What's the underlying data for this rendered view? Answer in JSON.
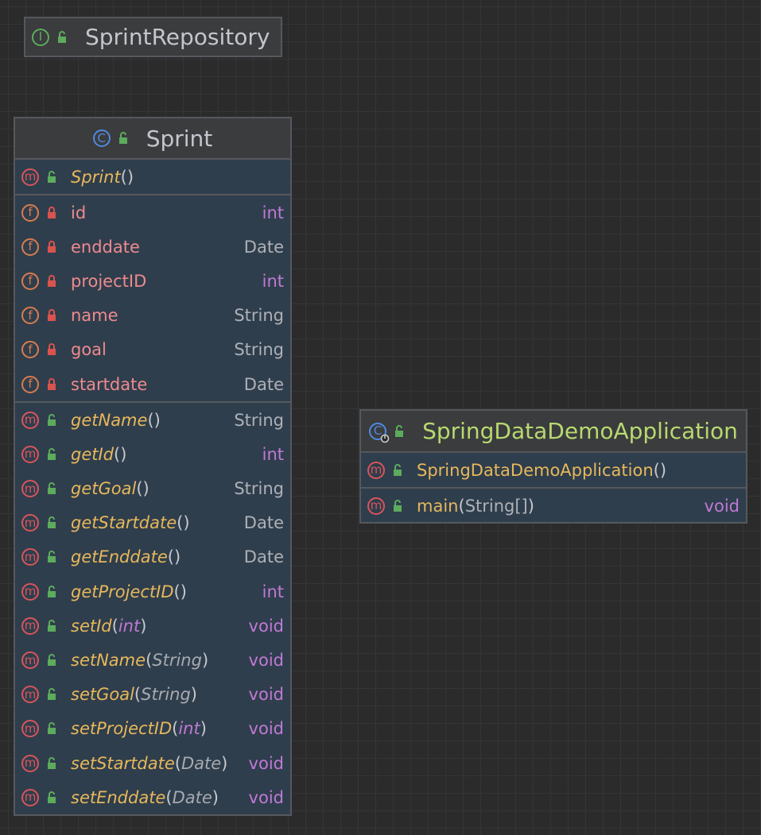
{
  "interface": {
    "name": "SprintRepository",
    "icon": "interface-icon",
    "visibility_icon": "public-lock-open-icon"
  },
  "sprint": {
    "name": "Sprint",
    "icon": "class-icon",
    "constructors": [
      {
        "name": "Sprint",
        "params": "",
        "open": "(",
        "close": ")"
      }
    ],
    "fields": [
      {
        "name": "id",
        "type": "int"
      },
      {
        "name": "enddate",
        "type": "Date"
      },
      {
        "name": "projectID",
        "type": "int"
      },
      {
        "name": "name",
        "type": "String"
      },
      {
        "name": "goal",
        "type": "String"
      },
      {
        "name": "startdate",
        "type": "Date"
      }
    ],
    "methods": [
      {
        "name": "getName",
        "open": "(",
        "param": "",
        "close": ")",
        "type": "String"
      },
      {
        "name": "getId",
        "open": "(",
        "param": "",
        "close": ")",
        "type": "int"
      },
      {
        "name": "getGoal",
        "open": "(",
        "param": "",
        "close": ")",
        "type": "String"
      },
      {
        "name": "getStartdate",
        "open": "(",
        "param": "",
        "close": ")",
        "type": "Date"
      },
      {
        "name": "getEnddate",
        "open": "(",
        "param": "",
        "close": ")",
        "type": "Date"
      },
      {
        "name": "getProjectID",
        "open": "(",
        "param": "",
        "close": ")",
        "type": "int"
      },
      {
        "name": "setId",
        "open": "(",
        "param": "int",
        "close": ")",
        "type": "void"
      },
      {
        "name": "setName",
        "open": "(",
        "param": "String",
        "close": ")",
        "type": "void"
      },
      {
        "name": "setGoal",
        "open": "(",
        "param": "String",
        "close": ")",
        "type": "void"
      },
      {
        "name": "setProjectID",
        "open": "(",
        "param": "int",
        "close": ")",
        "type": "void"
      },
      {
        "name": "setStartdate",
        "open": "(",
        "param": "Date",
        "close": ")",
        "type": "void"
      },
      {
        "name": "setEnddate",
        "open": "(",
        "param": "Date",
        "close": ")",
        "type": "void"
      }
    ]
  },
  "app": {
    "name": "SpringDataDemoApplication",
    "icon": "spring-boot-class-icon",
    "constructor": {
      "name": "SpringDataDemoApplication",
      "open": "(",
      "close": ")"
    },
    "methods": [
      {
        "name": "main",
        "open": "(",
        "param": "String[]",
        "close": ")",
        "type": "void"
      }
    ]
  },
  "colors": {
    "background": "#2b2b2b",
    "grid": "#333537",
    "node_fill": "#2f3e4d",
    "header_fill": "#3b3c3e",
    "border": "#55585c",
    "method_name": "#e7b85a",
    "field_name": "#ee8a8e",
    "keyword_type": "#c079d4",
    "spring_title": "#b8d96f"
  }
}
